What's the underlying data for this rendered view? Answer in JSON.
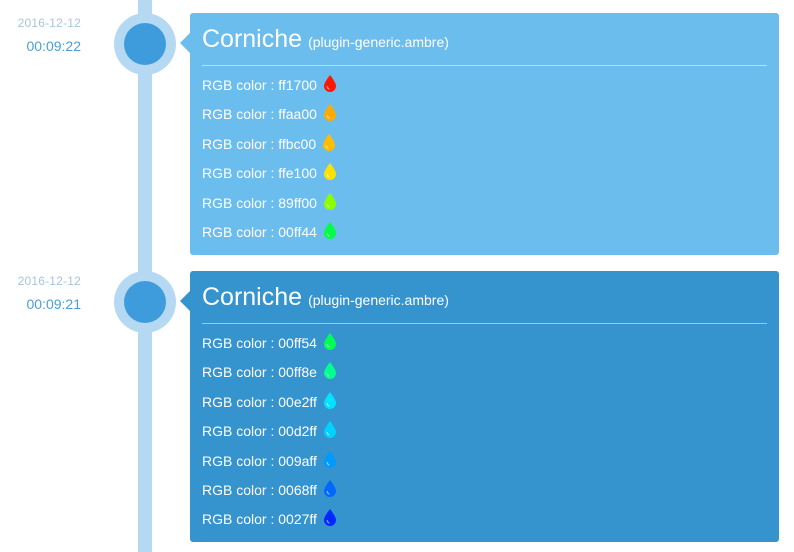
{
  "entries": [
    {
      "date": "2016-12-12",
      "time": "00:09:22",
      "title": "Corniche",
      "subtitle": "(plugin-generic.ambre)",
      "card_color": "#6bbdee",
      "rows": [
        {
          "label": "RGB color : ff1700",
          "color": "#ff1700",
          "icon": "drop-icon"
        },
        {
          "label": "RGB color : ffaa00",
          "color": "#ffaa00",
          "icon": "drop-icon"
        },
        {
          "label": "RGB color : ffbc00",
          "color": "#ffbc00",
          "icon": "drop-icon"
        },
        {
          "label": "RGB color : ffe100",
          "color": "#ffe100",
          "icon": "drop-icon"
        },
        {
          "label": "RGB color : 89ff00",
          "color": "#89ff00",
          "icon": "drop-icon"
        },
        {
          "label": "RGB color : 00ff44",
          "color": "#00ff44",
          "icon": "drop-icon"
        }
      ]
    },
    {
      "date": "2016-12-12",
      "time": "00:09:21",
      "title": "Corniche",
      "subtitle": "(plugin-generic.ambre)",
      "card_color": "#3593cd",
      "rows": [
        {
          "label": "RGB color : 00ff54",
          "color": "#00ff54",
          "icon": "drop-icon"
        },
        {
          "label": "RGB color : 00ff8e",
          "color": "#00ff8e",
          "icon": "drop-icon"
        },
        {
          "label": "RGB color : 00e2ff",
          "color": "#00e2ff",
          "icon": "drop-icon"
        },
        {
          "label": "RGB color : 00d2ff",
          "color": "#00d2ff",
          "icon": "drop-icon"
        },
        {
          "label": "RGB color : 009aff",
          "color": "#009aff",
          "icon": "drop-icon"
        },
        {
          "label": "RGB color : 0068ff",
          "color": "#0068ff",
          "icon": "drop-icon"
        },
        {
          "label": "RGB color : 0027ff",
          "color": "#0027ff",
          "icon": "drop-icon"
        }
      ]
    }
  ]
}
